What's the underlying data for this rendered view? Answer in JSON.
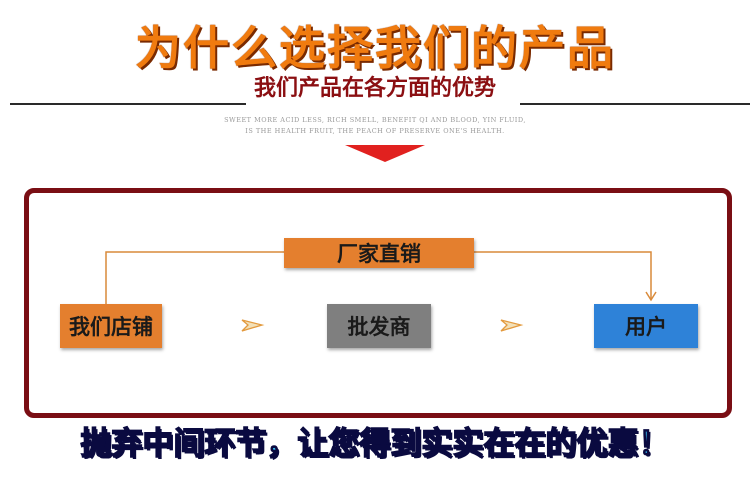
{
  "header": {
    "title": "为什么选择我们的产品",
    "subtitle": "我们产品在各方面的优势",
    "english_line1": "SWEET MORE ACID LESS, RICH SMELL, BENEFIT QI AND BLOOD, YIN FLUID,",
    "english_line2": "IS THE HEALTH FRUIT, THE PEACH OF PRESERVE ONE'S HEALTH."
  },
  "flow": {
    "top_label": "厂家直销",
    "store_label": "我们店铺",
    "wholesale_label": "批发商",
    "user_label": "用户"
  },
  "footer": {
    "slogan": "抛弃中间环节，让您得到实实在在的优惠！"
  },
  "colors": {
    "title_orange": "#f07b0f",
    "subtitle_red": "#8b0f12",
    "frame_dark_red": "#7a0e14",
    "box_orange": "#e47f2e",
    "box_gray": "#7f7f7f",
    "box_blue": "#2e82d8",
    "slogan_cyan": "#3cc8ff",
    "triangle_red": "#e1211f"
  },
  "icons": {
    "arrow_between_nodes": "chevron-arrow-right-icon",
    "connector_arrow": "arrow-down-icon"
  }
}
